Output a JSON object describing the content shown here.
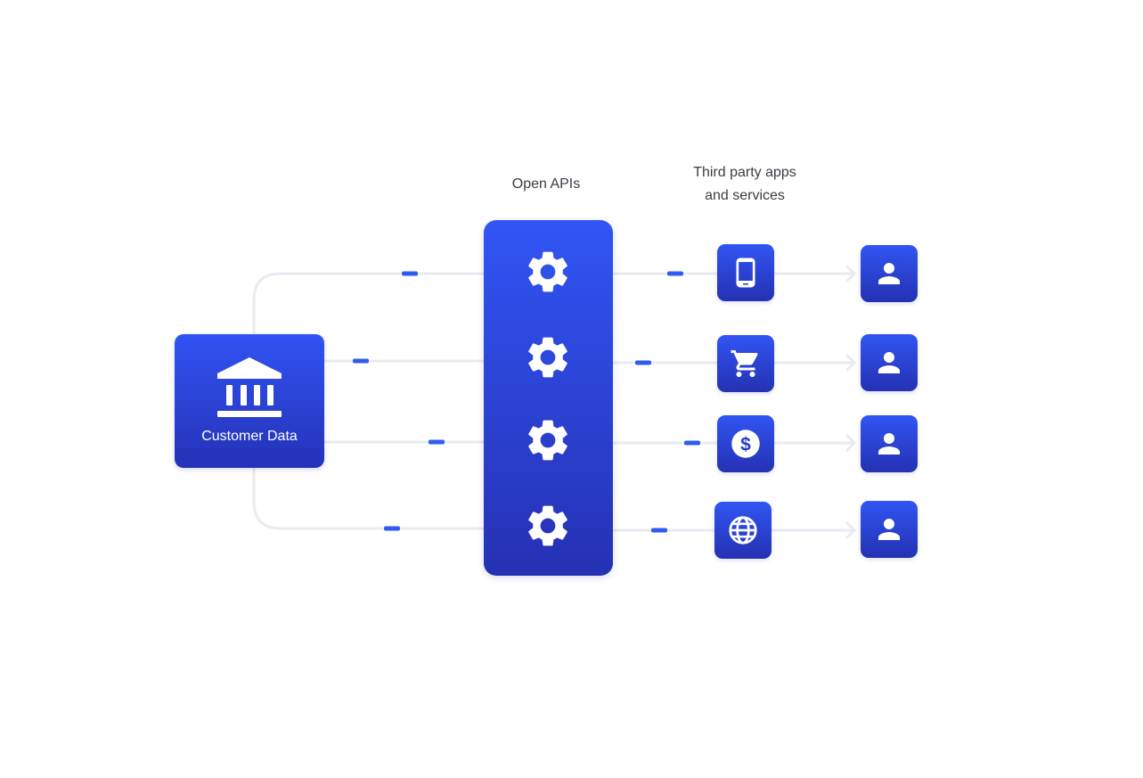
{
  "diagram": {
    "source": {
      "label": "Customer Data",
      "icon": "bank-icon"
    },
    "api_column": {
      "heading": "Open APIs",
      "gear_count": 4,
      "icon": "gear-icon"
    },
    "third_party": {
      "heading_line1": "Third party apps",
      "heading_line2": "and services",
      "services": [
        {
          "icon": "mobile-phone-icon"
        },
        {
          "icon": "shopping-cart-icon"
        },
        {
          "icon": "dollar-coin-icon"
        },
        {
          "icon": "globe-icon"
        }
      ]
    },
    "users": [
      {
        "icon": "user-icon"
      },
      {
        "icon": "user-icon"
      },
      {
        "icon": "user-icon"
      },
      {
        "icon": "user-icon"
      }
    ],
    "colors": {
      "tile_top": "#3155f3",
      "tile_bottom": "#2531b3",
      "connector": "#e8ebf1",
      "flow_marker": "#2f5cf0",
      "heading_text": "#3a3d44"
    }
  }
}
